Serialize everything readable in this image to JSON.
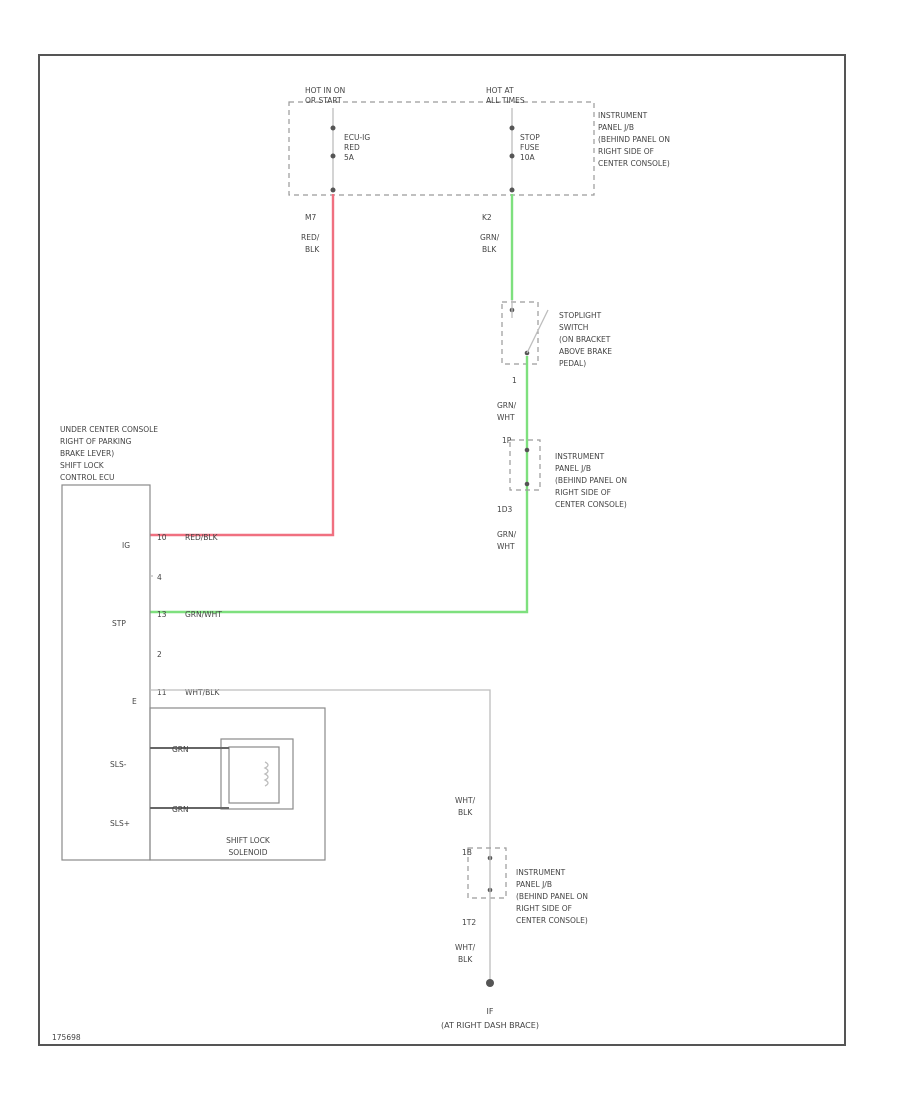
{
  "figure_id": "175698",
  "hot_in_on": {
    "line1": "HOT IN ON",
    "line2": "OR START"
  },
  "hot_at_all": {
    "line1": "HOT AT",
    "line2": "ALL TIMES"
  },
  "fuse_ecu": {
    "l1": "ECU-IG",
    "l2": "RED",
    "l3": "5A"
  },
  "fuse_stop": {
    "l1": "STOP",
    "l2": "FUSE",
    "l3": "10A"
  },
  "ip_jb_top": {
    "l1": "INSTRUMENT",
    "l2": "PANEL J/B",
    "l3": "(BEHIND PANEL ON",
    "l4": "RIGHT SIDE OF",
    "l5": "CENTER CONSOLE)"
  },
  "wire_red_tag": {
    "pin": "M7",
    "c1": "RED/",
    "c2": "BLK"
  },
  "wire_green_tag": {
    "pin": "K2",
    "c1": "GRN/",
    "c2": "BLK"
  },
  "stoplight": {
    "l1": "STOPLIGHT",
    "l2": "SWITCH",
    "l3": "(ON BRACKET",
    "l4": "ABOVE BRAKE",
    "l5": "PEDAL)"
  },
  "switch_pin": "1",
  "grn_wht1": {
    "c1": "GRN/",
    "c2": "WHT"
  },
  "ip_jb_mid": {
    "pin": "1P",
    "l1": "INSTRUMENT",
    "l2": "PANEL J/B",
    "l3": "(BEHIND PANEL ON",
    "l4": "RIGHT SIDE OF",
    "l5": "CENTER CONSOLE)"
  },
  "grn_wht2": {
    "pin": "1D3",
    "c1": "GRN/",
    "c2": "WHT"
  },
  "ecu": {
    "l1": "UNDER CENTER CONSOLE",
    "l2": "RIGHT OF PARKING",
    "l3": "BRAKE LEVER)",
    "l4": "SHIFT LOCK",
    "l5": "CONTROL ECU"
  },
  "pins": {
    "ig": "IG",
    "ig_num": "10",
    "ig_wire": "RED/BLK",
    "num4": "4",
    "stp": "STP",
    "stp_num": "13",
    "stp_wire": "GRN/WHT",
    "num2": "2",
    "e": "E",
    "e_num": "11",
    "e_wire": "WHT/BLK",
    "sls_minus": "SLS-",
    "sls_plus": "SLS+",
    "sls_w1": "GRN",
    "sls_w2": "GRN"
  },
  "solenoid": {
    "l1": "SHIFT LOCK",
    "l2": "SOLENOID"
  },
  "wht_blk1": {
    "c1": "WHT/",
    "c2": "BLK"
  },
  "ip_jb_bot": {
    "pin": "1B",
    "l1": "INSTRUMENT",
    "l2": "PANEL J/B",
    "l3": "(BEHIND PANEL ON",
    "l4": "RIGHT SIDE OF",
    "l5": "CENTER CONSOLE)",
    "pin2": "1T2"
  },
  "wht_blk2": {
    "c1": "WHT/",
    "c2": "BLK"
  },
  "ground": {
    "id": "IF",
    "label": "(AT RIGHT DASH BRACE)"
  }
}
